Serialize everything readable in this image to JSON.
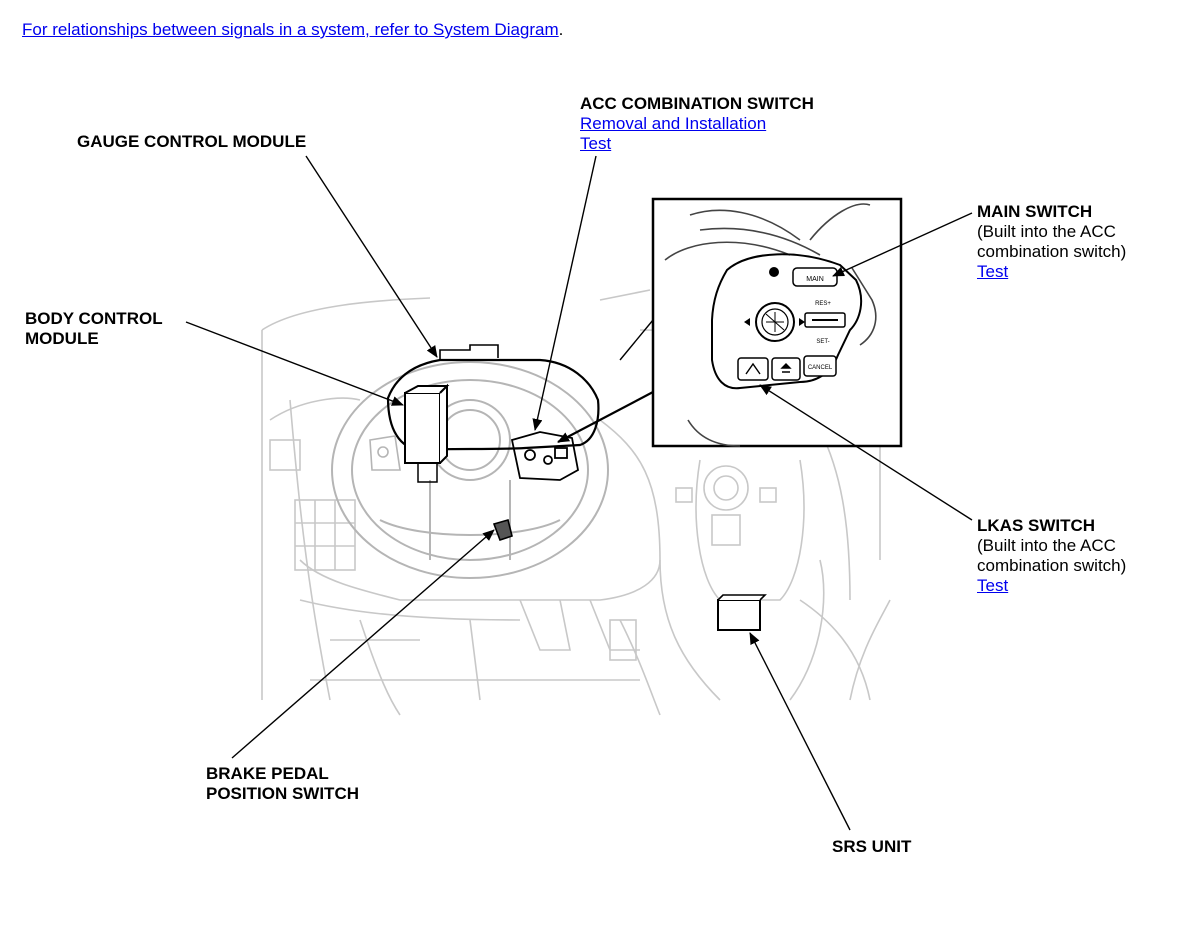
{
  "header": {
    "link_text": "For relationships between signals in a system, refer to System Diagram",
    "trailing": "."
  },
  "labels": {
    "gauge_control_module": "GAUGE CONTROL MODULE",
    "acc_combination_switch": {
      "title": "ACC COMBINATION SWITCH",
      "removal_link": "Removal and Installation",
      "test_link": "Test"
    },
    "body_control_module": {
      "line1": "BODY CONTROL",
      "line2": "MODULE"
    },
    "main_switch": {
      "title": "MAIN SWITCH",
      "note_line1": "(Built into the ACC",
      "note_line2": "combination switch)",
      "test_link": "Test"
    },
    "lkas_switch": {
      "title": "LKAS SWITCH",
      "note_line1": "(Built into the ACC",
      "note_line2": "combination switch)",
      "test_link": "Test"
    },
    "brake_pedal_position_switch": {
      "line1": "BRAKE PEDAL",
      "line2": "POSITION SWITCH"
    },
    "srs_unit": "SRS UNIT"
  },
  "inset_button_labels": {
    "main": "MAIN",
    "res": "RES+",
    "set": "SET-",
    "cancel": "CANCEL"
  }
}
